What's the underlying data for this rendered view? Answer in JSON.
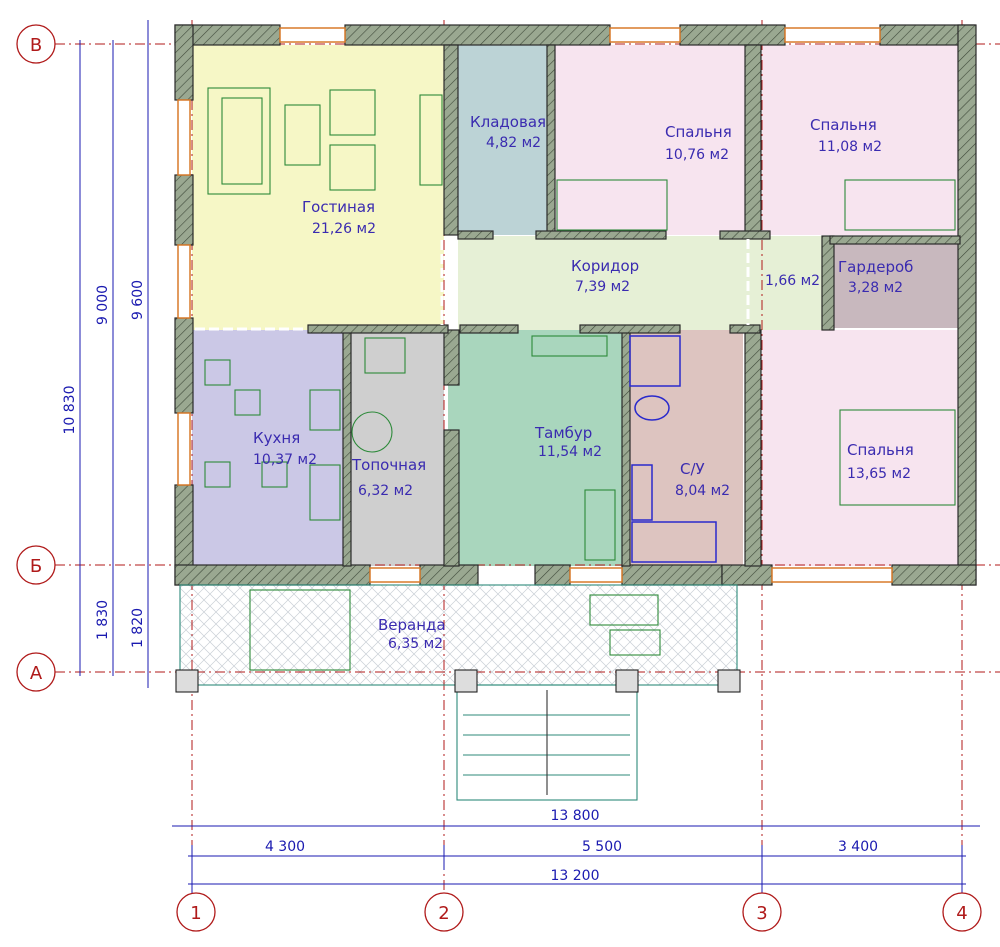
{
  "rooms": {
    "living": {
      "name": "Гостиная",
      "area": "21,26 м2"
    },
    "pantry": {
      "name": "Кладовая",
      "area": "4,82 м2"
    },
    "bed1": {
      "name": "Спальня",
      "area": "10,76 м2"
    },
    "bed2": {
      "name": "Спальня",
      "area": "11,08 м2"
    },
    "corridor": {
      "name": "Коридор",
      "area": "7,39 м2"
    },
    "hall": {
      "area": "1,66 м2"
    },
    "wardrobe": {
      "name": "Гардероб",
      "area": "3,28 м2"
    },
    "kitchen": {
      "name": "Кухня",
      "area": "10,37 м2"
    },
    "boiler": {
      "name": "Топочная",
      "area": "6,32 м2"
    },
    "tambur": {
      "name": "Тамбур",
      "area": "11,54 м2"
    },
    "bath": {
      "name": "С/У",
      "area": "8,04 м2"
    },
    "bed3": {
      "name": "Спальня",
      "area": "13,65 м2"
    },
    "veranda": {
      "name": "Веранда",
      "area": "6,35 м2"
    }
  },
  "dimensions": {
    "left_total": "10 830",
    "left_mid": "9 000",
    "left_inner": "9 600",
    "left_veranda": "1 830",
    "left_veranda_inner": "1 820",
    "bottom_total": "13 800",
    "bottom_seg1": "4 300",
    "bottom_seg2": "5 500",
    "bottom_seg3": "3 400",
    "bottom_inner": "13 200"
  },
  "axes": {
    "rows": [
      "В",
      "Б",
      "А"
    ],
    "cols": [
      "1",
      "2",
      "3",
      "4"
    ]
  },
  "colors": {
    "wall": "#9aa891",
    "axis": "#b01a1a",
    "dim": "#1a1ab0",
    "living": "#f6f7c6",
    "pantry": "#bcd3d6",
    "bedroom": "#f7e4ef",
    "corridor": "#e6f0d6",
    "wardrobe": "#c8b8be",
    "kitchen": "#cbc8e6",
    "boiler": "#cfcfcf",
    "tambur": "#a9d6bd",
    "bath": "#ddc4c0"
  }
}
